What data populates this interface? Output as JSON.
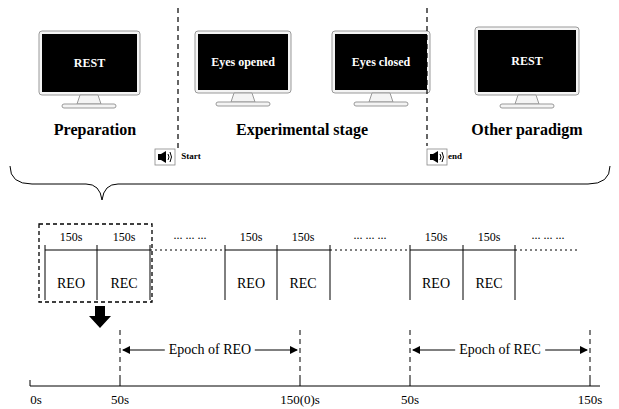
{
  "diagram": {
    "nodes": [
      {
        "text": [
          "REST"
        ]
      },
      {
        "text": [
          "Eyes opened"
        ]
      },
      {
        "text": [
          "Eyes closed"
        ]
      },
      {
        "text": [
          "REST"
        ]
      }
    ],
    "labels": [
      "Preparation",
      "Experimental stage",
      "Other paradigm",
      "Start",
      "end",
      "150s",
      "150s",
      "... ... ...",
      "150s",
      "150s",
      "... ... ...",
      "150s",
      "150s",
      "... ... ...",
      "REO",
      "REC",
      "REO",
      "REC",
      "REO",
      "REC",
      "Epoch of REO",
      "Epoch of REC",
      "0s",
      "50s",
      "150(0)s",
      "50s",
      "150s"
    ]
  }
}
